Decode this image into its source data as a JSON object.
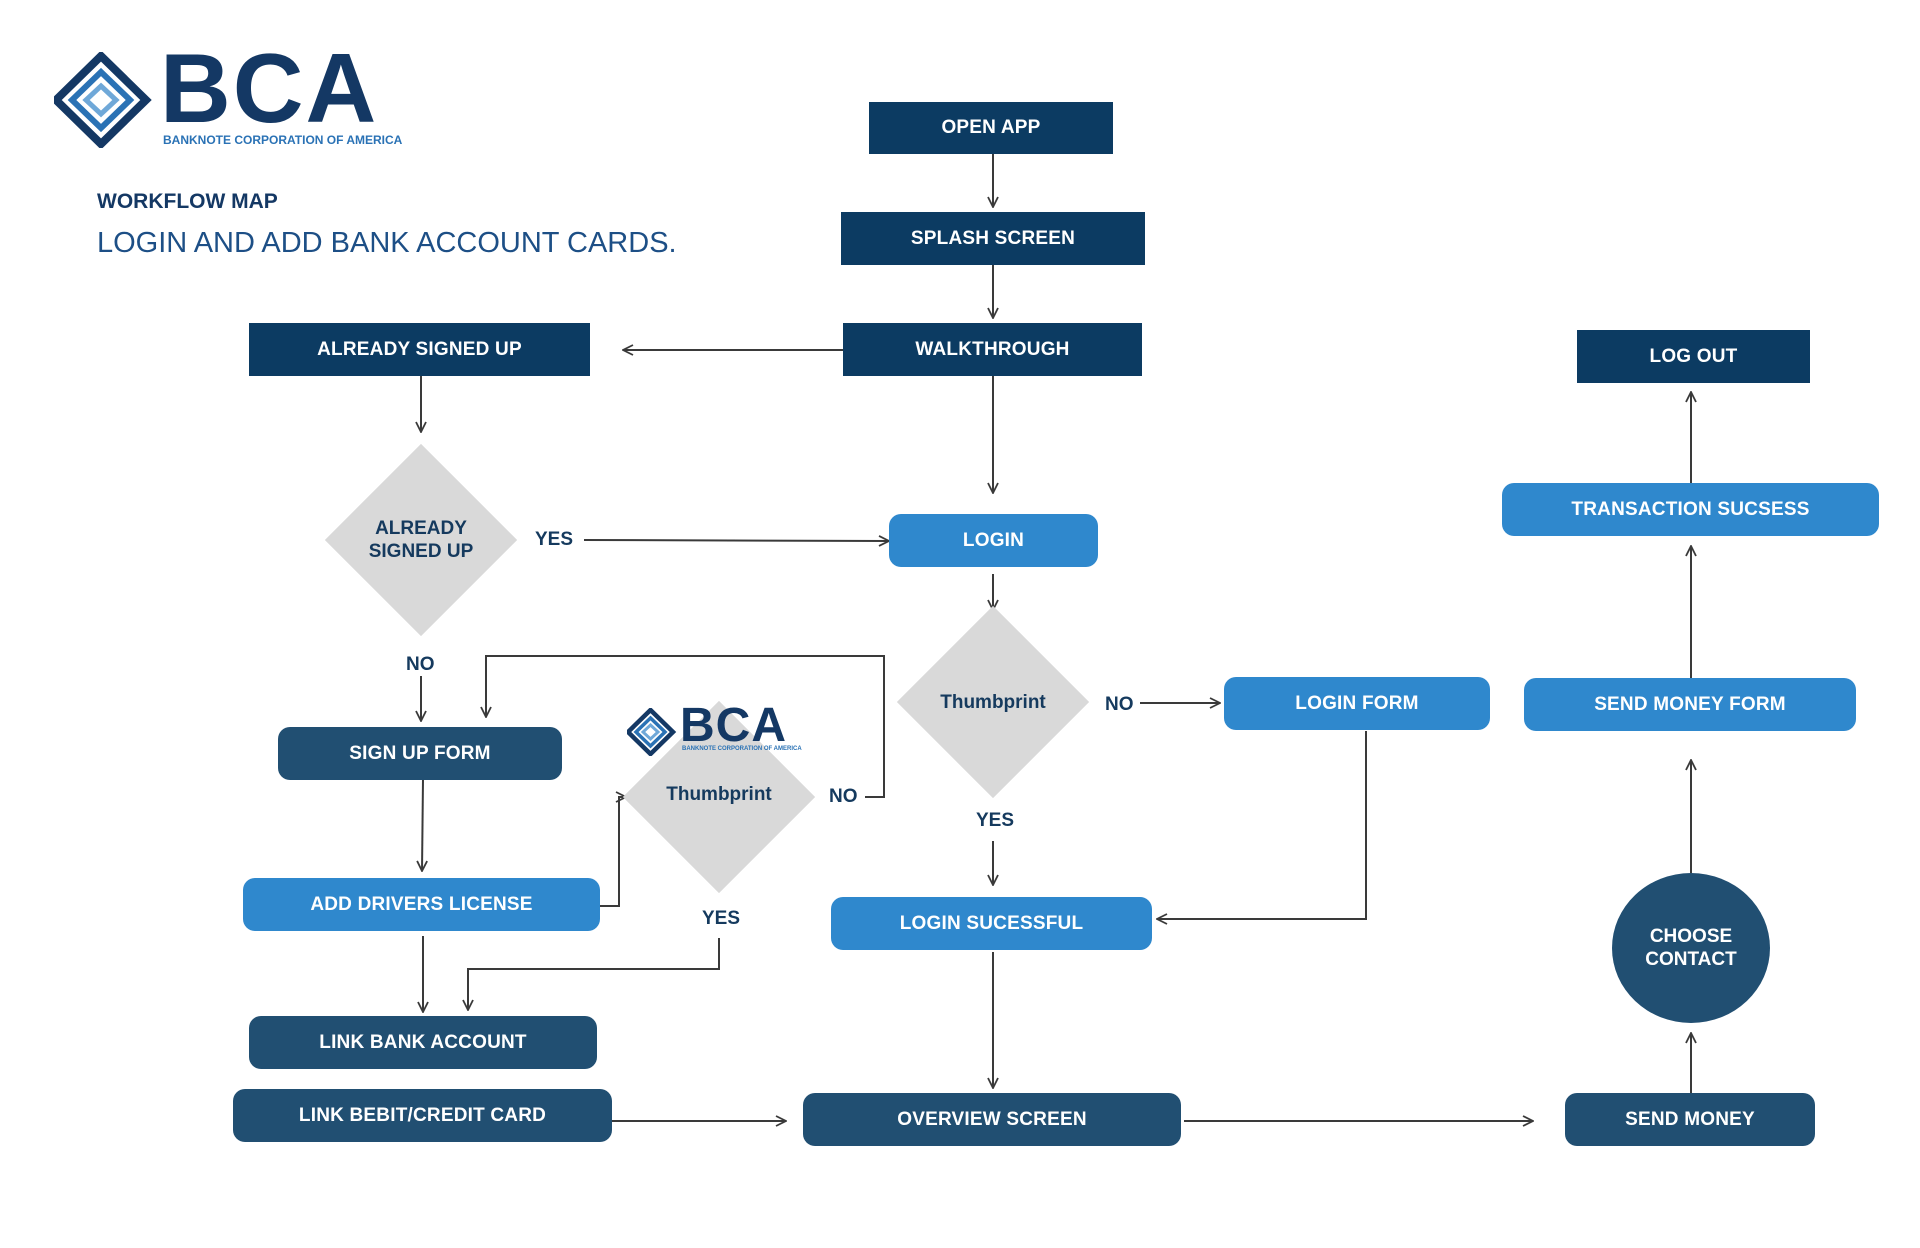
{
  "brand": {
    "name": "BCA",
    "tagline": "BANKNOTE CORPORATION OF AMERICA"
  },
  "header": {
    "subtitle": "WORKFLOW MAP",
    "title": "LOGIN AND ADD BANK ACCOUNT CARDS."
  },
  "nodes": {
    "open_app": "OPEN APP",
    "splash_screen": "SPLASH SCREEN",
    "walkthrough": "WALKTHROUGH",
    "already_signed_up_box": "ALREADY SIGNED UP",
    "login": "LOGIN",
    "sign_up_form": "SIGN UP FORM",
    "add_drivers_license": "ADD DRIVERS LICENSE",
    "link_bank_account": "LINK BANK ACCOUNT",
    "link_card": "LINK BEBIT/CREDIT CARD",
    "login_form": "LOGIN FORM",
    "login_successful": "LOGIN SUCESSFUL",
    "overview_screen": "OVERVIEW SCREEN",
    "send_money": "SEND MONEY",
    "choose_contact": "CHOOSE CONTACT",
    "send_money_form": "SEND MONEY FORM",
    "transaction_success": "TRANSACTION SUCSESS",
    "log_out": "LOG OUT"
  },
  "decisions": {
    "already_signed_up": "ALREADY SIGNED UP",
    "thumbprint_main": "Thumbprint",
    "thumbprint_signup": "Thumbprint"
  },
  "labels": {
    "yes": "YES",
    "no": "NO"
  },
  "colors": {
    "navy": "#0c3b62",
    "slate": "#214f72",
    "blue": "#2f88cd",
    "diamond": "#d9d9d9",
    "arrow": "#3a3a3a"
  }
}
